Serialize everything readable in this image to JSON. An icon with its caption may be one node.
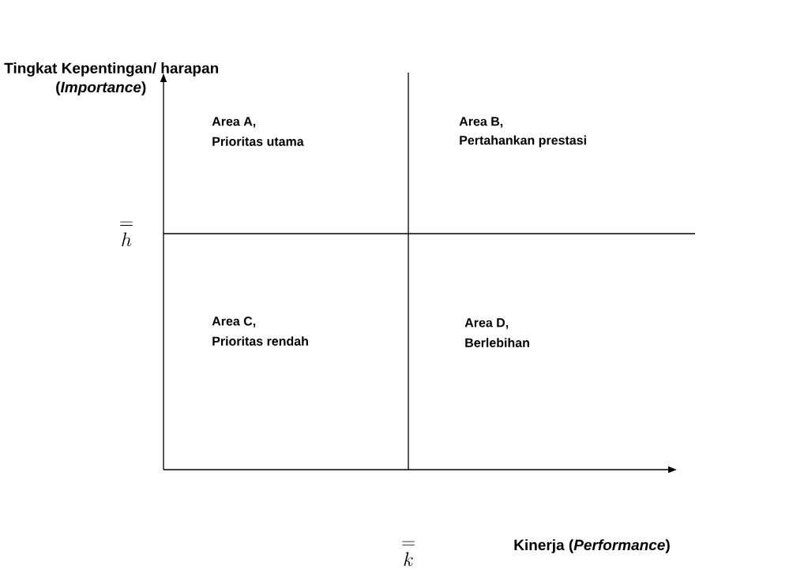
{
  "diagram": {
    "labels": [
      "Tingkat Kepentingan/ harapan",
      "(*Importance*)",
      "Area A,",
      "Prioritas utama",
      "Area B,",
      "Pertahankan prestasi",
      "\\overset{=}{h}",
      "Area C,",
      "Prioritas rendah",
      "Area D,",
      "Berlebihan",
      "\\overset{=}{k}",
      "Kinerja (*Performance*)"
    ]
  }
}
